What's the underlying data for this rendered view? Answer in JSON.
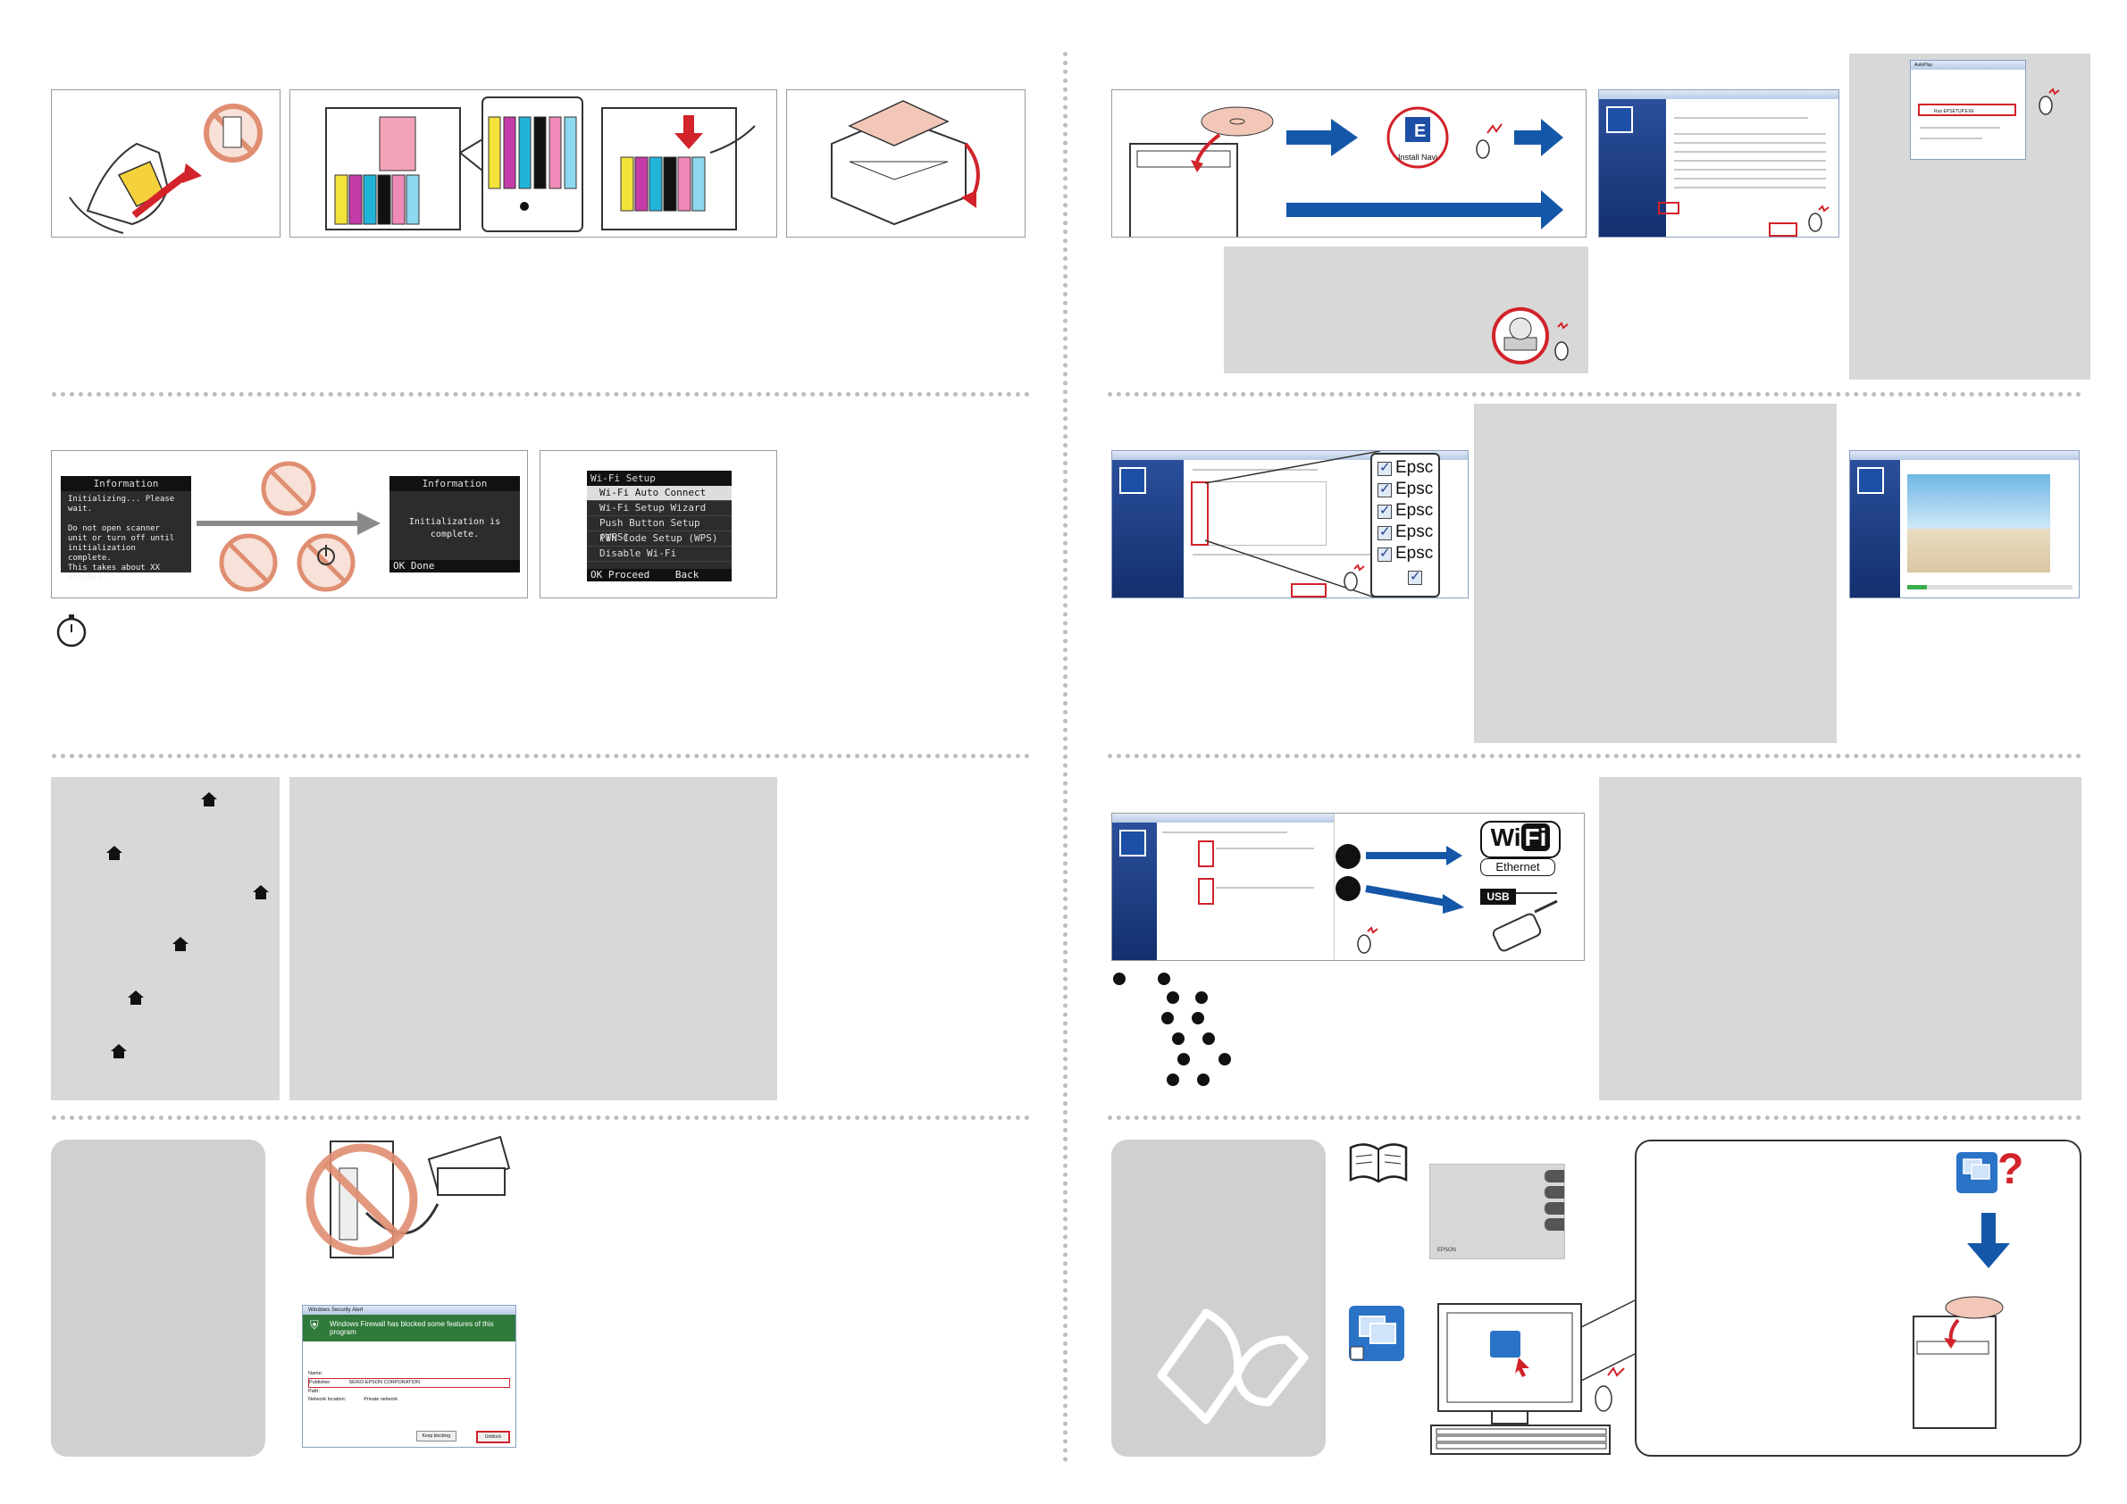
{
  "lcd_initializing": {
    "header": "Information",
    "lines": "Initializing... Please wait.\n\nDo not open scanner unit or turn off until initialization complete.\nThis takes about XX minutes."
  },
  "lcd_complete": {
    "header": "Information",
    "body": "Initialization is complete.",
    "footer": "Done",
    "footer_key": "OK"
  },
  "lcd_wifi": {
    "header": "Wi-Fi Setup",
    "items": [
      "Wi-Fi Auto Connect",
      "Wi-Fi Setup Wizard",
      "Push Button Setup (WPS)",
      "PIN Code Setup (WPS)",
      "Disable Wi-Fi"
    ],
    "proceed_key": "OK",
    "proceed": "Proceed",
    "back": "Back"
  },
  "install_navi_label": "Install Navi",
  "software_list": [
    "Epsc",
    "Epsc",
    "Epsc",
    "Epsc",
    "Epsc"
  ],
  "connection": {
    "wifi_a": "Wi",
    "wifi_b": "Fi",
    "ethernet": "Ethernet",
    "usb": "USB"
  },
  "firewall": {
    "title": "Windows Security Alert",
    "heading": "Windows Firewall has blocked some features of this program",
    "publisher_label": "Publisher:",
    "publisher": "SEIKO EPSON CORPORATION",
    "name_label": "Name:",
    "path_label": "Path:",
    "network_label": "Network location:",
    "network": "Private network",
    "keep_blocking": "Keep blocking",
    "unblock": "Unblock"
  },
  "autoplay": {
    "title": "AutoPlay",
    "run": "Run EPSETUP.EXE"
  },
  "manual_brand": "EPSON",
  "question_mark": "?",
  "colors": {
    "blue_arrow": "#1457a8",
    "red_mark": "#d2222a",
    "gray_panel": "#d8d8d8"
  }
}
